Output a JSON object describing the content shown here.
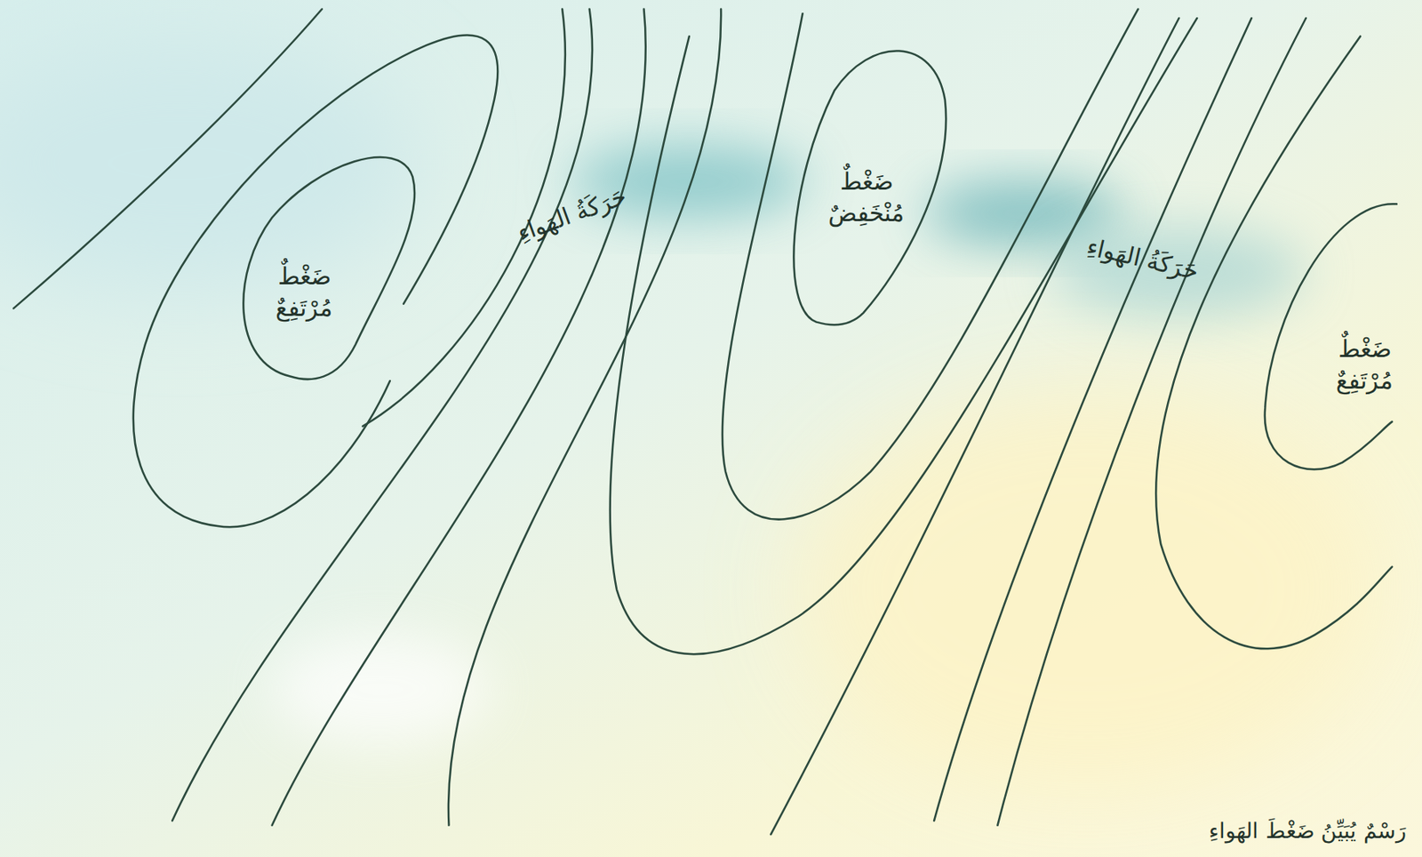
{
  "diagram": {
    "caption": "رَسْمٌ يُبَيِّنُ ضَغْطَ الهَواءِ",
    "labels": [
      "ضَغْطٌ مُرْتَفِعٌ",
      "حَرَكَةُ الهَواءِ",
      "ضَغْطٌ مُنْخَفِضٌ",
      "حَرَكَةُ الهَواءِ",
      "ضَغْطٌ مُرْتَفِعٌ"
    ]
  }
}
